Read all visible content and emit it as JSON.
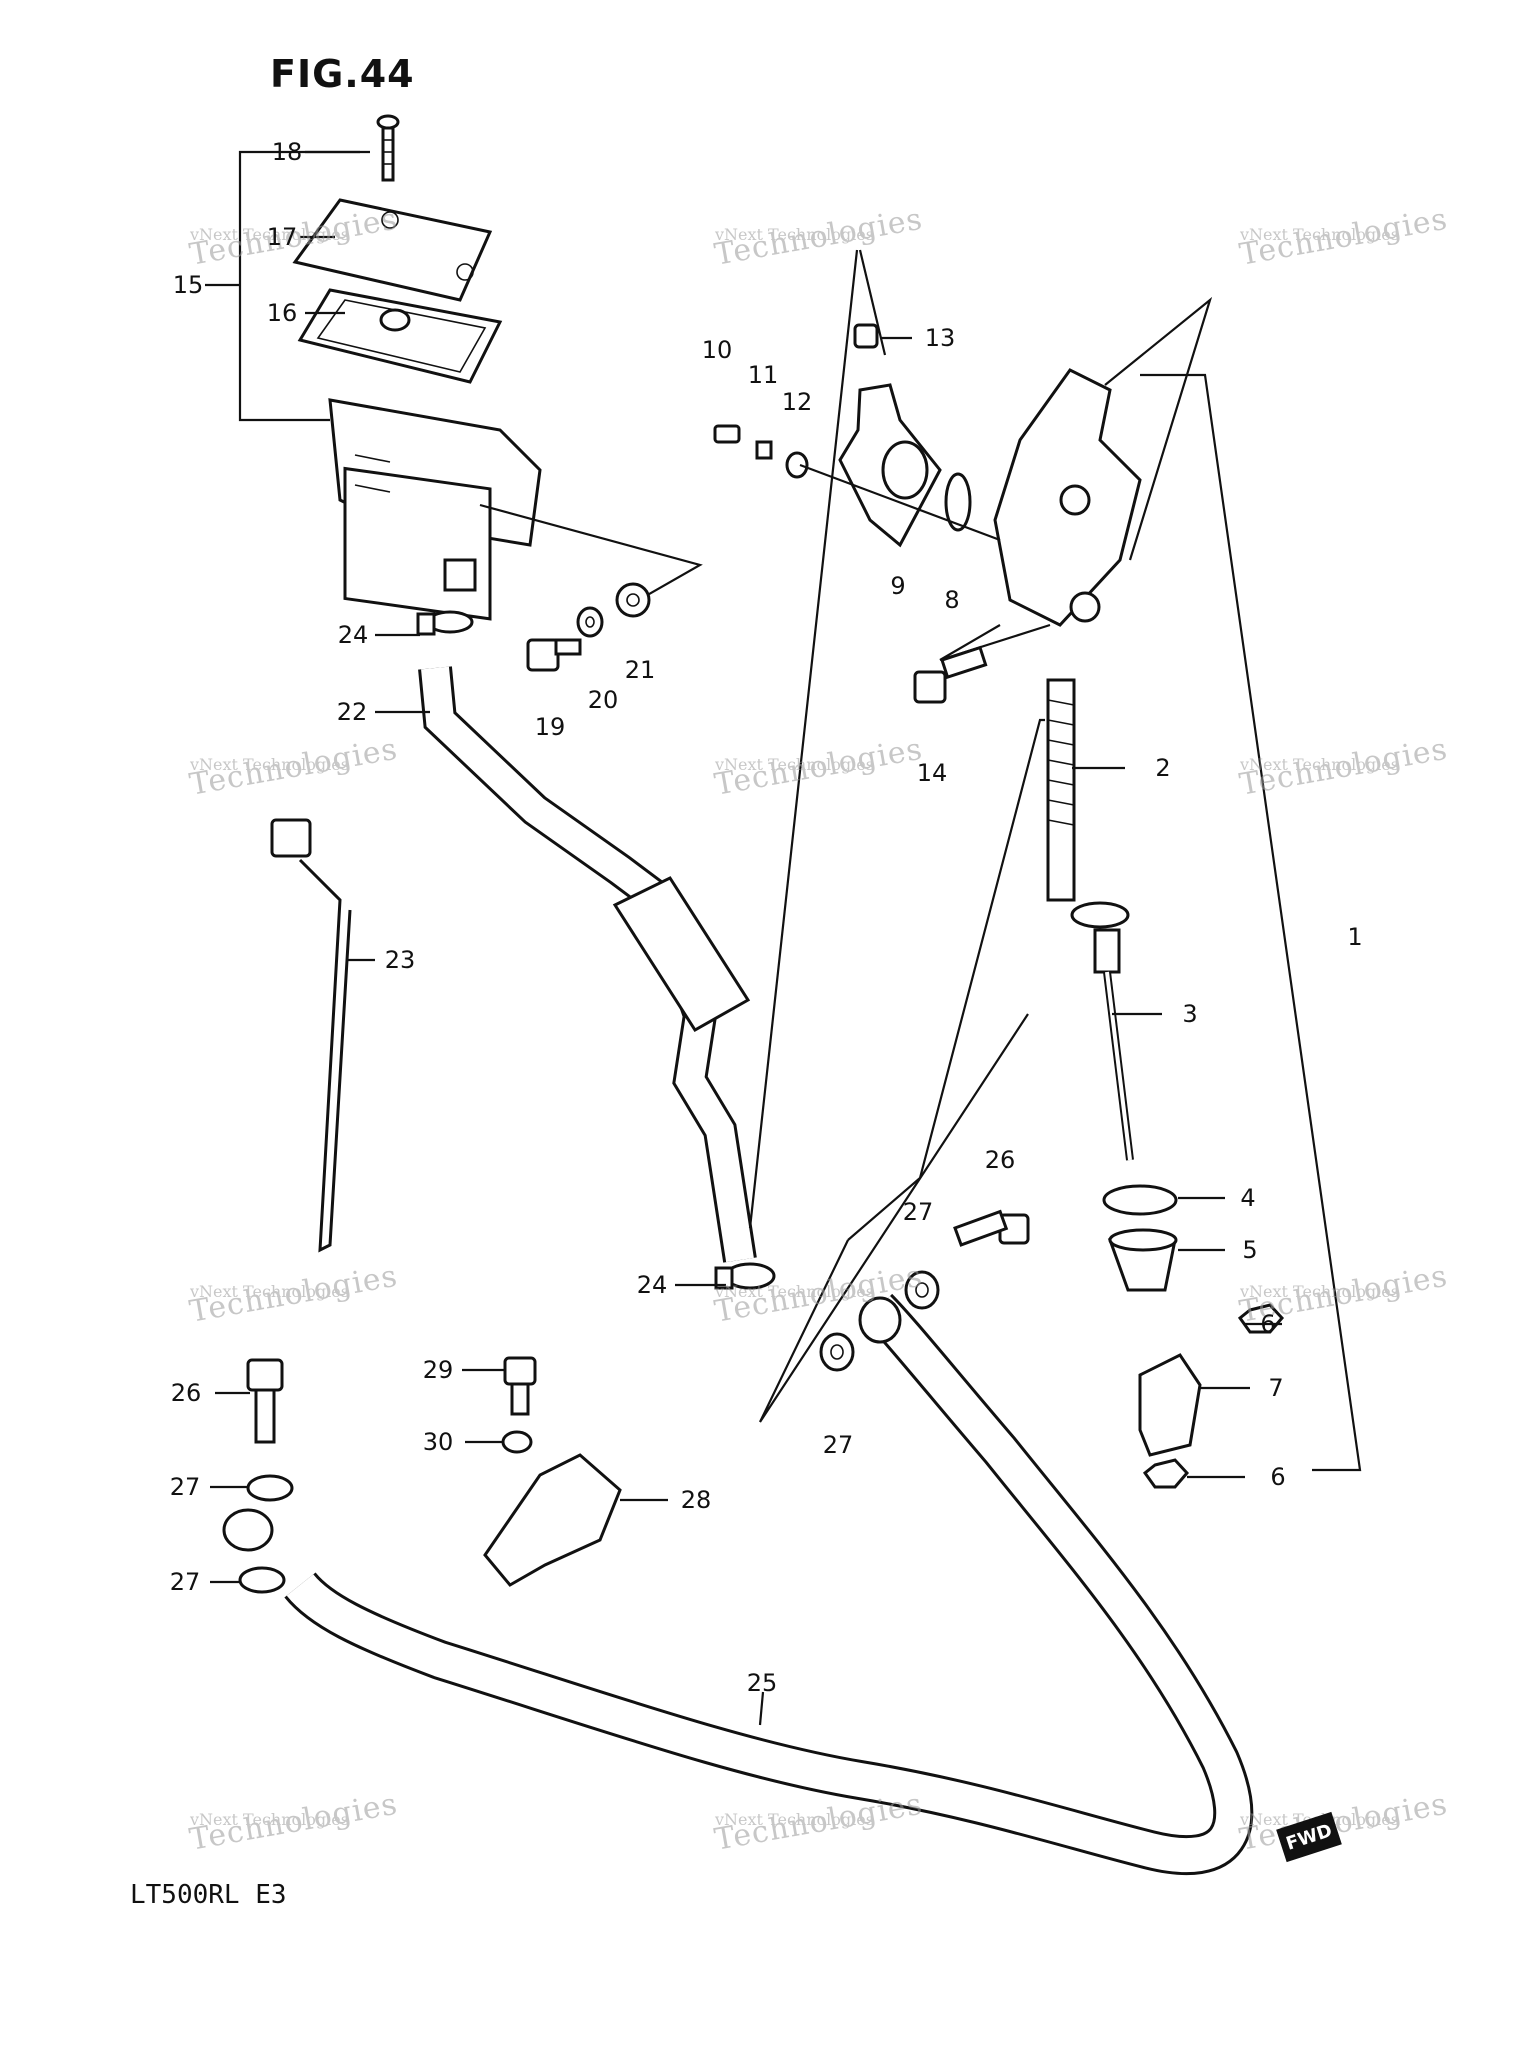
{
  "figure": {
    "title": "FIG.44",
    "model_code": "LT500RL  E3",
    "fwd_label": "FWD"
  },
  "watermark": {
    "line1": "vNext Technologies",
    "line2": "Technologies"
  },
  "callouts": {
    "c1": "1",
    "c2": "2",
    "c3": "3",
    "c4": "4",
    "c5": "5",
    "c6a": "6",
    "c6b": "6",
    "c7": "7",
    "c8": "8",
    "c9": "9",
    "c10": "10",
    "c11": "11",
    "c12": "12",
    "c13": "13",
    "c14": "14",
    "c15": "15",
    "c16": "16",
    "c17": "17",
    "c18": "18",
    "c19": "19",
    "c20": "20",
    "c21": "21",
    "c22": "22",
    "c23": "23",
    "c24a": "24",
    "c24b": "24",
    "c25": "25",
    "c26a": "26",
    "c26b": "26",
    "c27a": "27",
    "c27b": "27",
    "c27c": "27",
    "c27d": "27",
    "c28": "28",
    "c29": "29",
    "c30": "30"
  }
}
